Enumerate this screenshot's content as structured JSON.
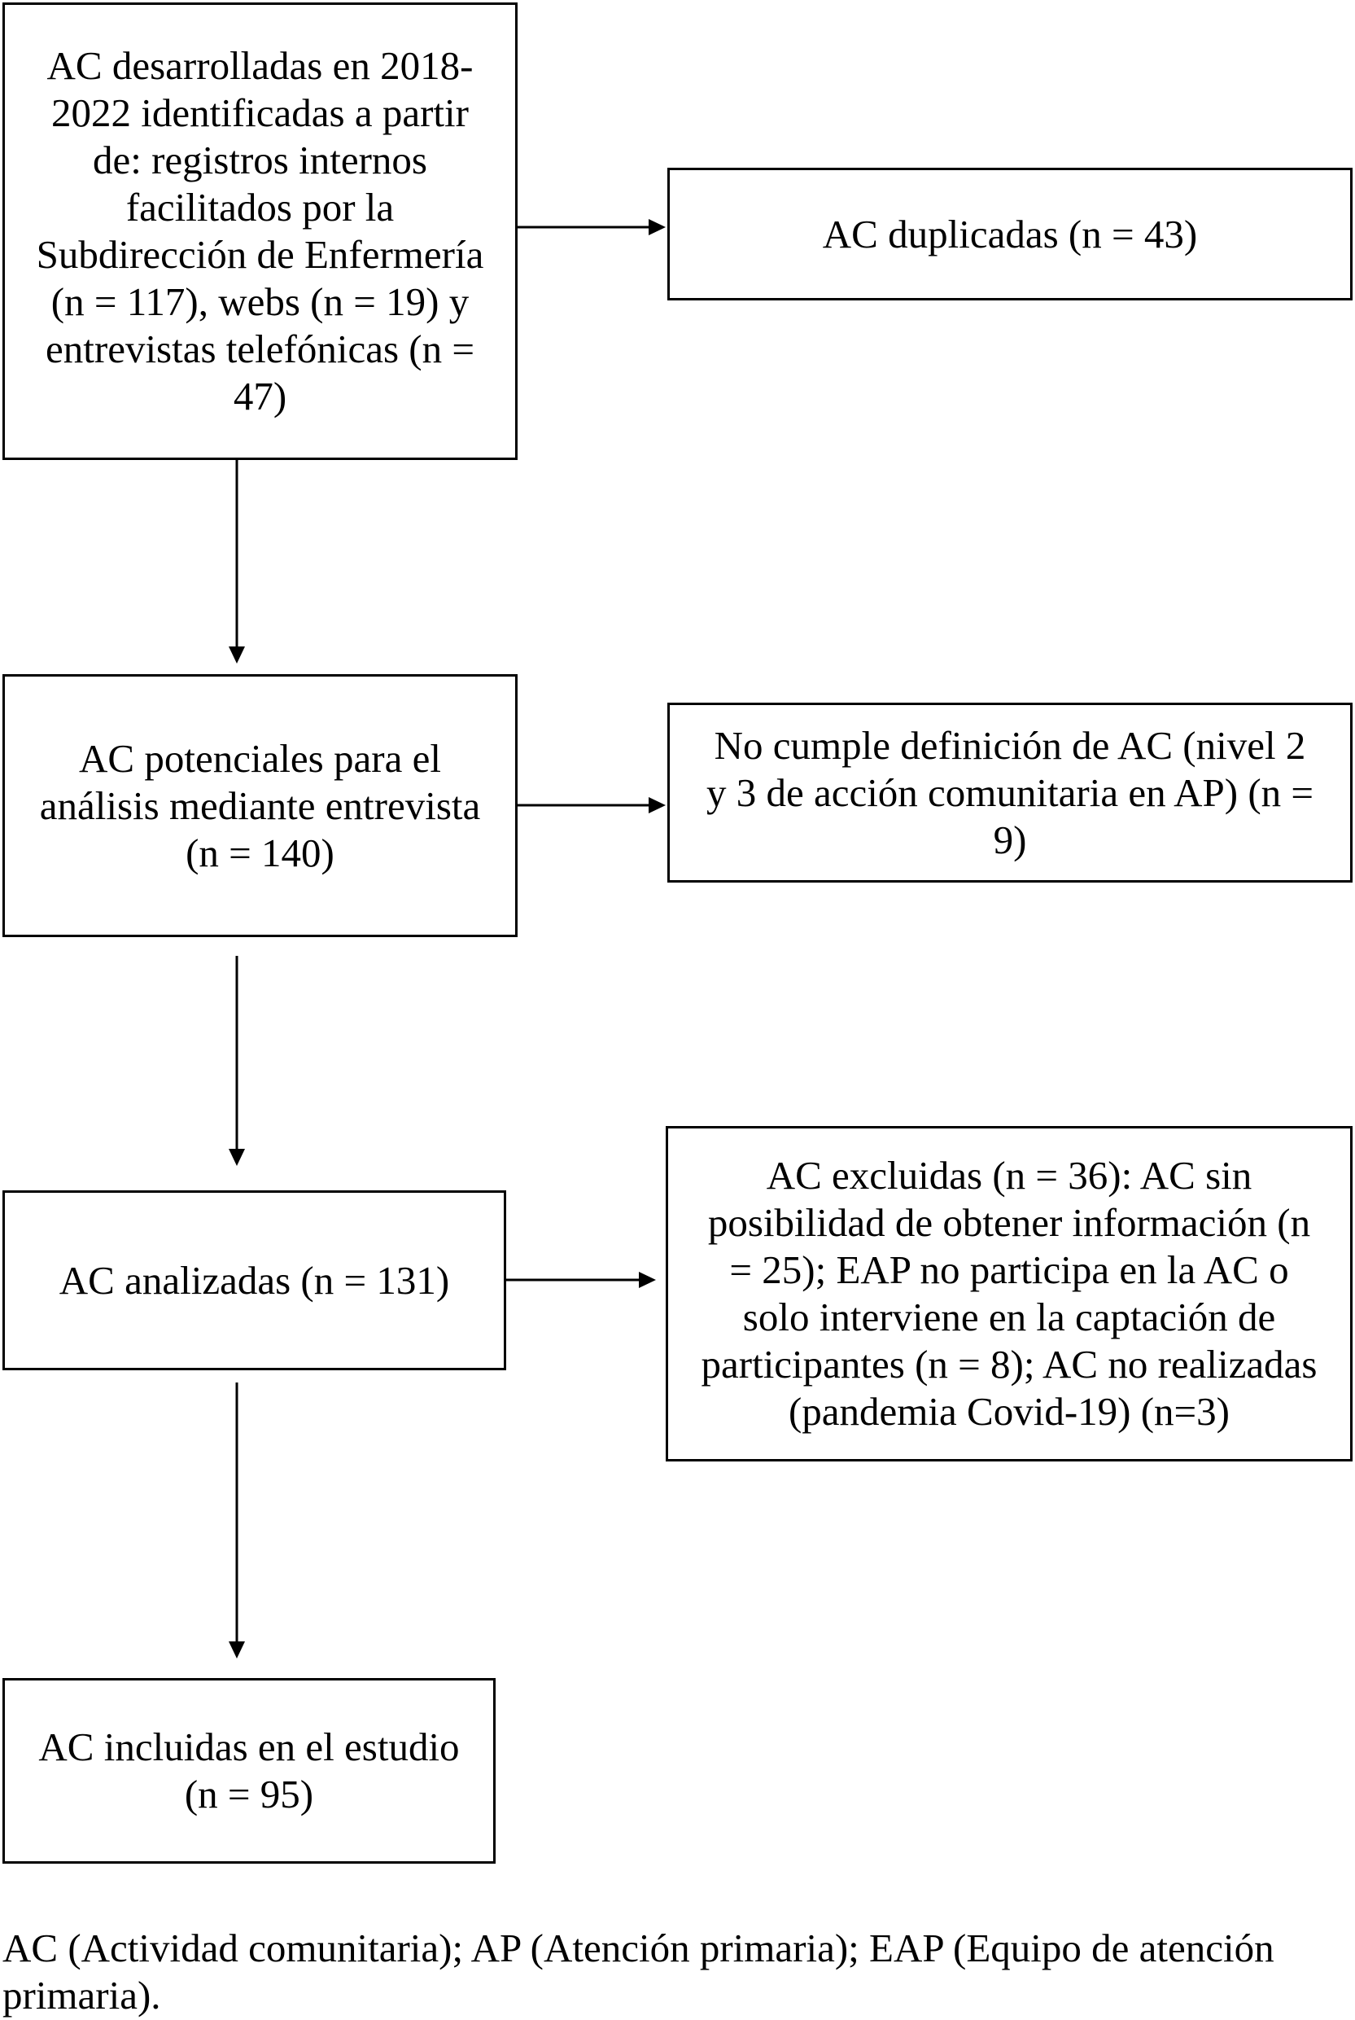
{
  "flowchart": {
    "identified": "AC desarrolladas en 2018-\n2022 identificadas a partir\nde: registros internos\nfacilitados por la\nSubdirección de Enfermería\n(n = 117), webs (n = 19) y\nentrevistas telefónicas (n =\n47)",
    "duplicates": "AC duplicadas (n = 43)",
    "potential": "AC potenciales para el\nanálisis mediante entrevista\n(n = 140)",
    "not_meeting_definition": "No cumple definición de AC (nivel 2\ny 3 de acción comunitaria en AP) (n =\n9)",
    "analyzed": "AC analizadas (n = 131)",
    "excluded": "AC excluidas (n = 36): AC sin\nposibilidad de obtener información (n\n= 25); EAP no participa en la AC o\nsolo interviene en la captación de\nparticipantes (n = 8); AC no realizadas\n(pandemia Covid-19) (n=3)",
    "included": "AC incluidas en el estudio\n(n = 95)"
  },
  "footnote": "AC (Actividad comunitaria); AP (Atención primaria); EAP (Equipo de atención\nprimaria)."
}
